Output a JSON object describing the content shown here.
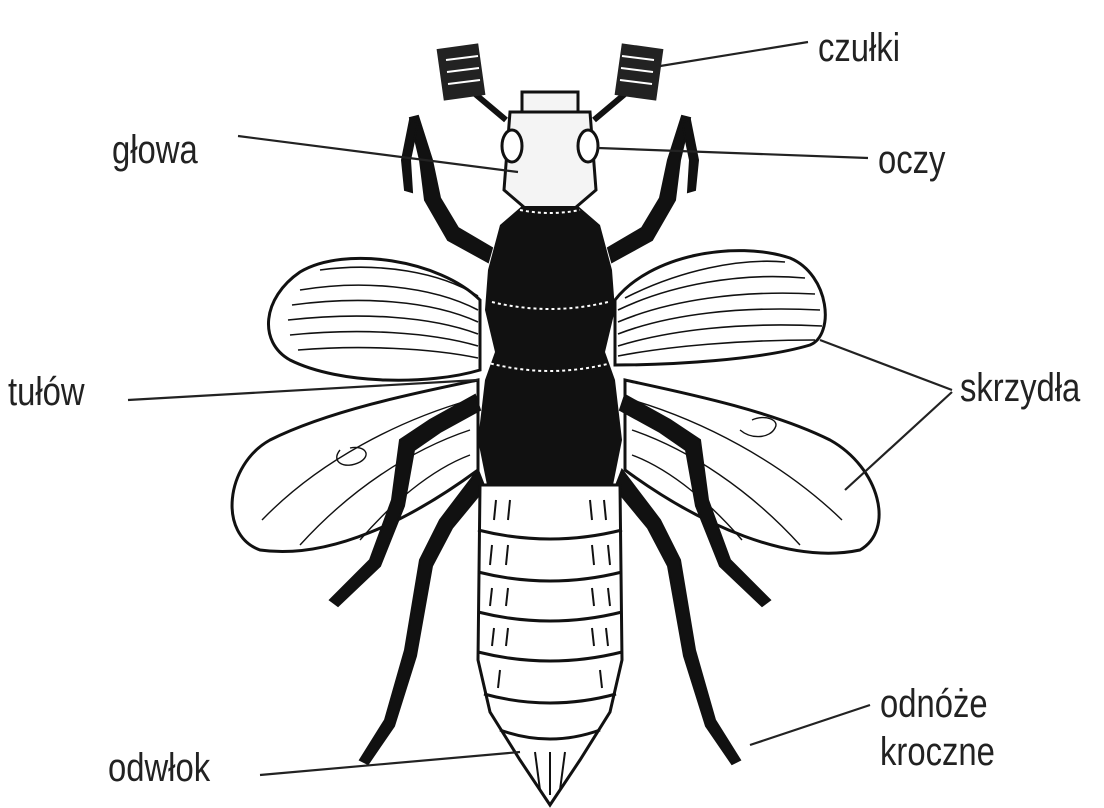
{
  "labels": {
    "czulki": "czułki",
    "glowa": "głowa",
    "oczy": "oczy",
    "tulow": "tułów",
    "skrzydla": "skrzydła",
    "odwlok": "odwłok",
    "odnoze_line1": "odnóże",
    "odnoze_line2": "kroczne"
  },
  "colors": {
    "ink": "#111111",
    "background": "#ffffff",
    "head_fill": "#f4f4f4"
  }
}
